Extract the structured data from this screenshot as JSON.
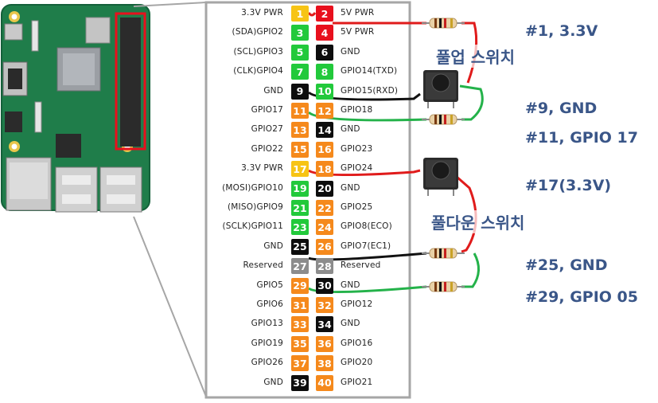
{
  "pin_rows": [
    {
      "left_label": "3.3V PWR",
      "odd": "1",
      "even": "2",
      "right_label": "5V PWR",
      "odd_color": "#f7c415",
      "even_color": "#e8101d",
      "odd_text": "#ffffff",
      "even_text": "#ffffff"
    },
    {
      "left_label": "(SDA)GPIO2",
      "odd": "3",
      "even": "4",
      "right_label": "5V PWR",
      "odd_color": "#22c93b",
      "even_color": "#e8101d",
      "odd_text": "#ffffff",
      "even_text": "#ffffff"
    },
    {
      "left_label": "(SCL)GPIO3",
      "odd": "5",
      "even": "6",
      "right_label": "GND",
      "odd_color": "#22c93b",
      "even_color": "#0d0d0d",
      "odd_text": "#ffffff",
      "even_text": "#ffffff"
    },
    {
      "left_label": "(CLK)GPIO4",
      "odd": "7",
      "even": "8",
      "right_label": "GPIO14(TXD)",
      "odd_color": "#22c93b",
      "even_color": "#22c93b",
      "odd_text": "#ffffff",
      "even_text": "#ffffff"
    },
    {
      "left_label": "GND",
      "odd": "9",
      "even": "10",
      "right_label": "GPIO15(RXD)",
      "odd_color": "#0d0d0d",
      "even_color": "#22c93b",
      "odd_text": "#ffffff",
      "even_text": "#ffffff"
    },
    {
      "left_label": "GPIO17",
      "odd": "11",
      "even": "12",
      "right_label": "GPIO18",
      "odd_color": "#f5891c",
      "even_color": "#f5891c",
      "odd_text": "#ffffff",
      "even_text": "#ffffff"
    },
    {
      "left_label": "GPIO27",
      "odd": "13",
      "even": "14",
      "right_label": "GND",
      "odd_color": "#f5891c",
      "even_color": "#0d0d0d",
      "odd_text": "#ffffff",
      "even_text": "#ffffff"
    },
    {
      "left_label": "GPIO22",
      "odd": "15",
      "even": "16",
      "right_label": "GPIO23",
      "odd_color": "#f5891c",
      "even_color": "#f5891c",
      "odd_text": "#ffffff",
      "even_text": "#ffffff"
    },
    {
      "left_label": "3.3V PWR",
      "odd": "17",
      "even": "18",
      "right_label": "GPIO24",
      "odd_color": "#f7c415",
      "even_color": "#f5891c",
      "odd_text": "#ffffff",
      "even_text": "#ffffff"
    },
    {
      "left_label": "(MOSI)GPIO10",
      "odd": "19",
      "even": "20",
      "right_label": "GND",
      "odd_color": "#22c93b",
      "even_color": "#0d0d0d",
      "odd_text": "#ffffff",
      "even_text": "#ffffff"
    },
    {
      "left_label": "(MISO)GPIO9",
      "odd": "21",
      "even": "22",
      "right_label": "GPIO25",
      "odd_color": "#22c93b",
      "even_color": "#f5891c",
      "odd_text": "#ffffff",
      "even_text": "#ffffff"
    },
    {
      "left_label": "(SCLK)GPIO11",
      "odd": "23",
      "even": "24",
      "right_label": "GPIO8(ECO)",
      "odd_color": "#22c93b",
      "even_color": "#f5891c",
      "odd_text": "#ffffff",
      "even_text": "#ffffff"
    },
    {
      "left_label": "GND",
      "odd": "25",
      "even": "26",
      "right_label": "GPIO7(EC1)",
      "odd_color": "#0d0d0d",
      "even_color": "#f5891c",
      "odd_text": "#ffffff",
      "even_text": "#ffffff"
    },
    {
      "left_label": "Reserved",
      "odd": "27",
      "even": "28",
      "right_label": "Reserved",
      "odd_color": "#8c8c8c",
      "even_color": "#8c8c8c",
      "odd_text": "#ffffff",
      "even_text": "#ffffff"
    },
    {
      "left_label": "GPIO5",
      "odd": "29",
      "even": "30",
      "right_label": "GND",
      "odd_color": "#f5891c",
      "even_color": "#0d0d0d",
      "odd_text": "#ffffff",
      "even_text": "#ffffff"
    },
    {
      "left_label": "GPIO6",
      "odd": "31",
      "even": "32",
      "right_label": "GPIO12",
      "odd_color": "#f5891c",
      "even_color": "#f5891c",
      "odd_text": "#ffffff",
      "even_text": "#ffffff"
    },
    {
      "left_label": "GPIO13",
      "odd": "33",
      "even": "34",
      "right_label": "GND",
      "odd_color": "#f5891c",
      "even_color": "#0d0d0d",
      "odd_text": "#ffffff",
      "even_text": "#ffffff"
    },
    {
      "left_label": "GPIO19",
      "odd": "35",
      "even": "36",
      "right_label": "GPIO16",
      "odd_color": "#f5891c",
      "even_color": "#f5891c",
      "odd_text": "#ffffff",
      "even_text": "#ffffff"
    },
    {
      "left_label": "GPIO26",
      "odd": "37",
      "even": "38",
      "right_label": "GPIO20",
      "odd_color": "#f5891c",
      "even_color": "#f5891c",
      "odd_text": "#ffffff",
      "even_text": "#ffffff"
    },
    {
      "left_label": "GND",
      "odd": "39",
      "even": "40",
      "right_label": "GPIO21",
      "odd_color": "#0d0d0d",
      "even_color": "#f5891c",
      "odd_text": "#ffffff",
      "even_text": "#ffffff"
    }
  ],
  "annotations": {
    "pin1_note": "#1, 3.3V",
    "pullup_title": "풀업 스위치",
    "pin9_note": "#9, GND",
    "pin11_note": "#11, GPIO 17",
    "pin17_note": "#17(3.3V)",
    "pulldown_title": "풀다운 스위치",
    "pin25_note": "#25, GND",
    "pin29_note": "#29, GPIO 05"
  },
  "colors": {
    "accent_text": "#3a5688",
    "wire_red": "#e01b1b",
    "wire_black": "#111111",
    "wire_green": "#24b24a",
    "highlight_border": "#e8101d",
    "panel_border": "#a6a6a6",
    "board_green": "#1f7d4a"
  },
  "icons": {
    "board": "raspberry-pi-board-image",
    "resistor": "resistor-icon",
    "button": "tactile-push-button-icon"
  }
}
